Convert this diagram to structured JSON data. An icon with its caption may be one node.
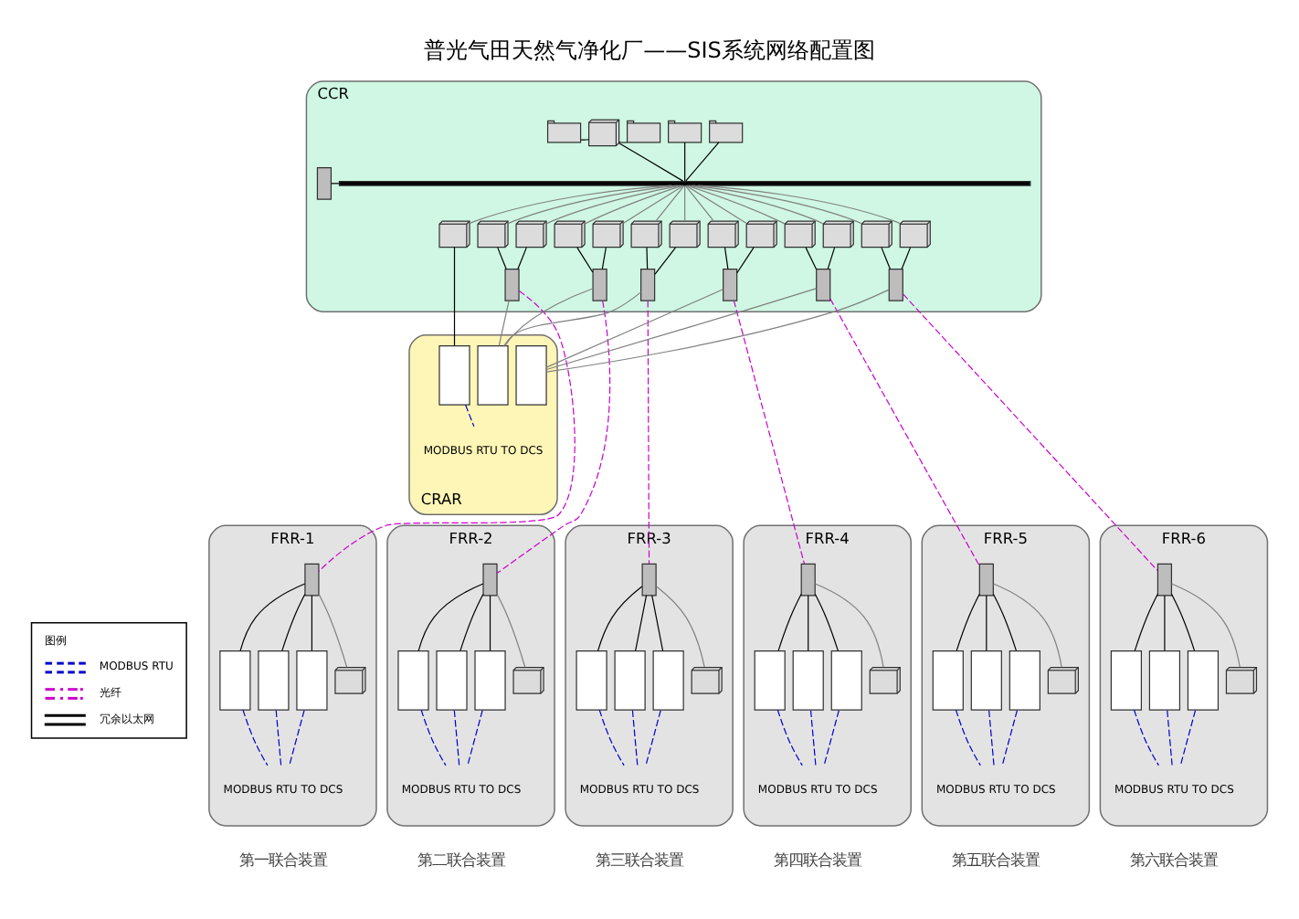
{
  "diagram": {
    "title": "普光气田天然气净化厂——SIS系统网络配置图",
    "nodes": [
      {
        "text": [
          "CCR"
        ]
      },
      {
        "text": [],
        "shape": "bar",
        "in": 0
      },
      {
        "text": [],
        "shape": "box",
        "in": 0
      },
      {
        "text": [],
        "shape": "picture",
        "in": 0
      },
      {
        "text": [],
        "shape": "picture",
        "in": 0
      },
      {
        "text": [],
        "shape": "picture",
        "in": 0
      },
      {
        "text": [],
        "shape": "picture",
        "in": 0
      },
      {
        "text": [],
        "shape": "picture",
        "in": 0
      },
      {
        "text": [],
        "shape": "picture",
        "in": 0
      },
      {
        "text": [],
        "shape": "picture",
        "in": 0
      },
      {
        "text": [],
        "shape": "picture",
        "in": 0
      },
      {
        "text": [],
        "shape": "box",
        "in": 0
      },
      {
        "text": [],
        "shape": "picture",
        "in": 0
      },
      {
        "text": [],
        "shape": "picture",
        "in": 0
      },
      {
        "text": [],
        "shape": "box",
        "in": 0
      },
      {
        "text": [],
        "shape": "picture",
        "in": 0
      },
      {
        "text": [],
        "shape": "picture",
        "in": 0
      },
      {
        "text": [],
        "shape": "box",
        "in": 0
      },
      {
        "text": [],
        "shape": "picture",
        "in": 0
      },
      {
        "text": [],
        "shape": "picture",
        "in": 0
      },
      {
        "text": [],
        "shape": "box",
        "in": 0
      },
      {
        "text": [],
        "shape": "picture",
        "in": 0
      },
      {
        "text": [],
        "shape": "picture",
        "in": 0
      },
      {
        "text": [],
        "shape": "box",
        "in": 0
      },
      {
        "text": [],
        "shape": "picture",
        "in": 0
      },
      {
        "text": [],
        "shape": "picture",
        "in": 0
      },
      {
        "text": [],
        "shape": "box",
        "in": 0
      },
      {
        "text": [
          "CRAR"
        ]
      },
      {
        "text": [],
        "shape": "box",
        "in": 27
      },
      {
        "text": [
          "MODBUS RTU TO DCS"
        ],
        "in": 27
      },
      {
        "text": [],
        "shape": "box",
        "in": 27
      },
      {
        "text": [],
        "shape": "box",
        "in": 27
      },
      {
        "text": [
          "FRR-1"
        ],
        "beside": [
          "第一联合装置"
        ]
      },
      {
        "text": [],
        "shape": "box",
        "in": 32
      },
      {
        "text": [],
        "shape": "picture",
        "in": 32
      },
      {
        "text": [],
        "shape": "box",
        "in": 32
      },
      {
        "text": [],
        "shape": "box",
        "in": 32
      },
      {
        "text": [],
        "shape": "box",
        "in": 32
      },
      {
        "text": [
          "MODBUS RTU TO DCS"
        ],
        "in": 32
      },
      {
        "text": [
          "FRR-2"
        ],
        "beside": [
          "第二联合装置"
        ]
      },
      {
        "text": [],
        "shape": "box",
        "in": 39
      },
      {
        "text": [],
        "shape": "picture",
        "in": 39
      },
      {
        "text": [],
        "shape": "box",
        "in": 39
      },
      {
        "text": [],
        "shape": "box",
        "in": 39
      },
      {
        "text": [],
        "shape": "box",
        "in": 39
      },
      {
        "text": [
          "MODBUS RTU TO DCS"
        ],
        "in": 39
      },
      {
        "text": [
          "FRR-3"
        ],
        "beside": [
          "第三联合装置"
        ]
      },
      {
        "text": [],
        "shape": "box",
        "in": 46
      },
      {
        "text": [],
        "shape": "picture",
        "in": 46
      },
      {
        "text": [],
        "shape": "box",
        "in": 46
      },
      {
        "text": [],
        "shape": "box",
        "in": 46
      },
      {
        "text": [],
        "shape": "box",
        "in": 46
      },
      {
        "text": [
          "MODBUS RTU TO DCS"
        ],
        "in": 46
      },
      {
        "text": [
          "FRR-4"
        ],
        "beside": [
          "第四联合装置"
        ]
      },
      {
        "text": [],
        "shape": "box",
        "in": 53
      },
      {
        "text": [],
        "shape": "picture",
        "in": 53
      },
      {
        "text": [],
        "shape": "box",
        "in": 53
      },
      {
        "text": [],
        "shape": "box",
        "in": 53
      },
      {
        "text": [],
        "shape": "box",
        "in": 53
      },
      {
        "text": [
          "MODBUS RTU TO DCS"
        ],
        "in": 53
      },
      {
        "text": [
          "FRR-5"
        ],
        "beside": [
          "第五联合装置"
        ]
      },
      {
        "text": [],
        "shape": "box",
        "in": 60
      },
      {
        "text": [],
        "shape": "picture",
        "in": 60
      },
      {
        "text": [],
        "shape": "box",
        "in": 60
      },
      {
        "text": [],
        "shape": "box",
        "in": 60
      },
      {
        "text": [],
        "shape": "box",
        "in": 60
      },
      {
        "text": [
          "MODBUS RTU TO DCS"
        ],
        "in": 60
      },
      {
        "text": [
          "FRR-6"
        ],
        "beside": [
          "第六联合装置"
        ]
      },
      {
        "text": [],
        "shape": "box",
        "in": 67
      },
      {
        "text": [],
        "shape": "picture",
        "in": 67
      },
      {
        "text": [],
        "shape": "box",
        "in": 67
      },
      {
        "text": [],
        "shape": "box",
        "in": 67
      },
      {
        "text": [],
        "shape": "box",
        "in": 67
      },
      {
        "text": [
          "MODBUS RTU TO DCS"
        ],
        "in": 67
      }
    ],
    "edges": [
      {
        "from": 3,
        "to": 4,
        "arrow": "none"
      },
      {
        "from": 4,
        "to": 5,
        "arrow": "none"
      },
      {
        "from": 4,
        "to": 1,
        "arrow": "none"
      },
      {
        "from": 6,
        "to": 1,
        "arrow": "none"
      },
      {
        "from": 7,
        "to": 1,
        "arrow": "none"
      },
      {
        "from": 2,
        "to": 1,
        "arrow": "none"
      },
      {
        "from": 1,
        "to": 8,
        "arrow": "none",
        "color": "#808080"
      },
      {
        "from": 1,
        "to": 9,
        "arrow": "none",
        "color": "#808080"
      },
      {
        "from": 1,
        "to": 10,
        "arrow": "none",
        "color": "#808080"
      },
      {
        "from": 9,
        "to": 11,
        "arrow": "none"
      },
      {
        "from": 10,
        "to": 11,
        "arrow": "none"
      },
      {
        "from": 1,
        "to": 12,
        "arrow": "none",
        "color": "#808080"
      },
      {
        "from": 1,
        "to": 13,
        "arrow": "none",
        "color": "#808080"
      },
      {
        "from": 12,
        "to": 14,
        "arrow": "none"
      },
      {
        "from": 13,
        "to": 14,
        "arrow": "none"
      },
      {
        "from": 1,
        "to": 15,
        "arrow": "none",
        "color": "#808080"
      },
      {
        "from": 1,
        "to": 16,
        "arrow": "none",
        "color": "#808080"
      },
      {
        "from": 15,
        "to": 17,
        "arrow": "none"
      },
      {
        "from": 16,
        "to": 17,
        "arrow": "none"
      },
      {
        "from": 1,
        "to": 18,
        "arrow": "none",
        "color": "#808080"
      },
      {
        "from": 1,
        "to": 19,
        "arrow": "none",
        "color": "#808080"
      },
      {
        "from": 18,
        "to": 20,
        "arrow": "none"
      },
      {
        "from": 19,
        "to": 20,
        "arrow": "none"
      },
      {
        "from": 1,
        "to": 21,
        "arrow": "none",
        "color": "#808080"
      },
      {
        "from": 1,
        "to": 22,
        "arrow": "none",
        "color": "#808080"
      },
      {
        "from": 21,
        "to": 23,
        "arrow": "none"
      },
      {
        "from": 22,
        "to": 23,
        "arrow": "none"
      },
      {
        "from": 1,
        "to": 24,
        "arrow": "none",
        "color": "#808080"
      },
      {
        "from": 1,
        "to": 25,
        "arrow": "none",
        "color": "#808080"
      },
      {
        "from": 24,
        "to": 26,
        "arrow": "none"
      },
      {
        "from": 25,
        "to": 26,
        "arrow": "none"
      },
      {
        "from": 8,
        "to": 28,
        "arrow": "none"
      },
      {
        "from": 28,
        "to": 29,
        "arrow": "none",
        "style": "dashed",
        "color": "#0000cc"
      },
      {
        "from": 11,
        "to": 30,
        "arrow": "none",
        "color": "#808080"
      },
      {
        "from": 14,
        "to": 30,
        "arrow": "none",
        "color": "#808080"
      },
      {
        "from": 17,
        "to": 30,
        "arrow": "none",
        "color": "#808080"
      },
      {
        "from": 20,
        "to": 31,
        "arrow": "none",
        "color": "#808080"
      },
      {
        "from": 23,
        "to": 31,
        "arrow": "none",
        "color": "#808080"
      },
      {
        "from": 26,
        "to": 31,
        "arrow": "none",
        "color": "#808080"
      },
      {
        "from": 11,
        "to": 33,
        "arrow": "none",
        "style": "dashed",
        "color": "#cc00cc"
      },
      {
        "from": 14,
        "to": 40,
        "arrow": "none",
        "style": "dashed",
        "color": "#cc00cc"
      },
      {
        "from": 17,
        "to": 47,
        "arrow": "none",
        "style": "dashed",
        "color": "#cc00cc"
      },
      {
        "from": 20,
        "to": 54,
        "arrow": "none",
        "style": "dashed",
        "color": "#cc00cc"
      },
      {
        "from": 23,
        "to": 61,
        "arrow": "none",
        "style": "dashed",
        "color": "#cc00cc"
      },
      {
        "from": 26,
        "to": 68,
        "arrow": "none",
        "style": "dashed",
        "color": "#cc00cc"
      },
      {
        "from": 33,
        "to": 34,
        "arrow": "none",
        "color": "#808080"
      },
      {
        "from": 33,
        "to": 35,
        "arrow": "none"
      },
      {
        "from": 33,
        "to": 36,
        "arrow": "none"
      },
      {
        "from": 33,
        "to": 37,
        "arrow": "none"
      },
      {
        "from": 35,
        "to": 38,
        "arrow": "none",
        "style": "dashed",
        "color": "#0000cc"
      },
      {
        "from": 36,
        "to": 38,
        "arrow": "none",
        "style": "dashed",
        "color": "#0000cc"
      },
      {
        "from": 37,
        "to": 38,
        "arrow": "none",
        "style": "dashed",
        "color": "#0000cc"
      },
      {
        "from": 40,
        "to": 41,
        "arrow": "none",
        "color": "#808080"
      },
      {
        "from": 40,
        "to": 42,
        "arrow": "none"
      },
      {
        "from": 40,
        "to": 43,
        "arrow": "none"
      },
      {
        "from": 40,
        "to": 44,
        "arrow": "none"
      },
      {
        "from": 42,
        "to": 45,
        "arrow": "none",
        "style": "dashed",
        "color": "#0000cc"
      },
      {
        "from": 43,
        "to": 45,
        "arrow": "none",
        "style": "dashed",
        "color": "#0000cc"
      },
      {
        "from": 44,
        "to": 45,
        "arrow": "none",
        "style": "dashed",
        "color": "#0000cc"
      },
      {
        "from": 47,
        "to": 48,
        "arrow": "none",
        "color": "#808080"
      },
      {
        "from": 47,
        "to": 49,
        "arrow": "none"
      },
      {
        "from": 47,
        "to": 50,
        "arrow": "none"
      },
      {
        "from": 47,
        "to": 51,
        "arrow": "none"
      },
      {
        "from": 49,
        "to": 52,
        "arrow": "none",
        "style": "dashed",
        "color": "#0000cc"
      },
      {
        "from": 50,
        "to": 52,
        "arrow": "none",
        "style": "dashed",
        "color": "#0000cc"
      },
      {
        "from": 51,
        "to": 52,
        "arrow": "none",
        "style": "dashed",
        "color": "#0000cc"
      },
      {
        "from": 54,
        "to": 55,
        "arrow": "none",
        "color": "#808080"
      },
      {
        "from": 54,
        "to": 56,
        "arrow": "none"
      },
      {
        "from": 54,
        "to": 57,
        "arrow": "none"
      },
      {
        "from": 54,
        "to": 58,
        "arrow": "none"
      },
      {
        "from": 56,
        "to": 59,
        "arrow": "none",
        "style": "dashed",
        "color": "#0000cc"
      },
      {
        "from": 57,
        "to": 59,
        "arrow": "none",
        "style": "dashed",
        "color": "#0000cc"
      },
      {
        "from": 58,
        "to": 59,
        "arrow": "none",
        "style": "dashed",
        "color": "#0000cc"
      },
      {
        "from": 61,
        "to": 62,
        "arrow": "none",
        "color": "#808080"
      },
      {
        "from": 61,
        "to": 63,
        "arrow": "none"
      },
      {
        "from": 61,
        "to": 64,
        "arrow": "none"
      },
      {
        "from": 61,
        "to": 65,
        "arrow": "none"
      },
      {
        "from": 63,
        "to": 66,
        "arrow": "none",
        "style": "dashed",
        "color": "#0000cc"
      },
      {
        "from": 64,
        "to": 66,
        "arrow": "none",
        "style": "dashed",
        "color": "#0000cc"
      },
      {
        "from": 65,
        "to": 66,
        "arrow": "none",
        "style": "dashed",
        "color": "#0000cc"
      },
      {
        "from": 68,
        "to": 69,
        "arrow": "none",
        "color": "#808080"
      },
      {
        "from": 68,
        "to": 70,
        "arrow": "none"
      },
      {
        "from": 68,
        "to": 71,
        "arrow": "none"
      },
      {
        "from": 68,
        "to": 72,
        "arrow": "none"
      },
      {
        "from": 70,
        "to": 73,
        "arrow": "none",
        "style": "dashed",
        "color": "#0000cc"
      },
      {
        "from": 71,
        "to": 73,
        "arrow": "none",
        "style": "dashed",
        "color": "#0000cc"
      },
      {
        "from": 72,
        "to": 73,
        "arrow": "none",
        "style": "dashed",
        "color": "#0000cc"
      }
    ],
    "labels": [
      "图例"
    ],
    "legend": [
      {
        "text": "MODBUS RTU"
      },
      {
        "text": "光纤"
      },
      {
        "text": "冗余以太网"
      }
    ]
  }
}
